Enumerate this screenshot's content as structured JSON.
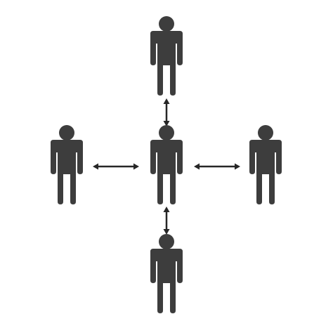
{
  "diagram": {
    "type": "network",
    "center": "person-center",
    "nodes": [
      {
        "id": "person-center",
        "role": "center",
        "icon": "person-icon"
      },
      {
        "id": "person-top",
        "role": "top",
        "icon": "person-icon"
      },
      {
        "id": "person-left",
        "role": "left",
        "icon": "person-icon"
      },
      {
        "id": "person-right",
        "role": "right",
        "icon": "person-icon"
      },
      {
        "id": "person-bottom",
        "role": "bottom",
        "icon": "person-icon"
      }
    ],
    "links": [
      {
        "from": "person-center",
        "to": "person-top",
        "arrow": "double-headed-arrow-icon"
      },
      {
        "from": "person-center",
        "to": "person-left",
        "arrow": "double-headed-arrow-icon"
      },
      {
        "from": "person-center",
        "to": "person-right",
        "arrow": "double-headed-arrow-icon"
      },
      {
        "from": "person-center",
        "to": "person-bottom",
        "arrow": "double-headed-arrow-icon"
      }
    ]
  },
  "colors": {
    "figure": "#3d3d3d",
    "arrow": "#262626",
    "background": "#ffffff"
  }
}
